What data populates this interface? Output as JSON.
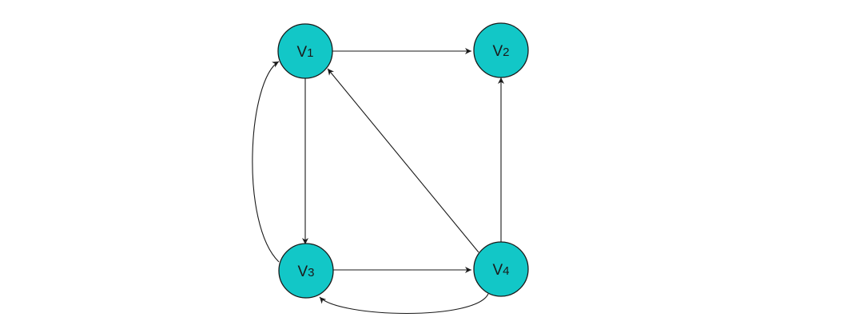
{
  "graph": {
    "node_fill": "#12c7c7",
    "edge_color": "#1a1a1a",
    "nodes": [
      {
        "id": "v1",
        "prefix": "V",
        "sub": "1"
      },
      {
        "id": "v2",
        "prefix": "V",
        "sub": "2"
      },
      {
        "id": "v3",
        "prefix": "V",
        "sub": "3"
      },
      {
        "id": "v4",
        "prefix": "V",
        "sub": "4"
      }
    ],
    "edges": [
      {
        "from": "v1",
        "to": "v2"
      },
      {
        "from": "v1",
        "to": "v3"
      },
      {
        "from": "v3",
        "to": "v1"
      },
      {
        "from": "v3",
        "to": "v4"
      },
      {
        "from": "v4",
        "to": "v3"
      },
      {
        "from": "v4",
        "to": "v1"
      },
      {
        "from": "v4",
        "to": "v2"
      }
    ]
  }
}
